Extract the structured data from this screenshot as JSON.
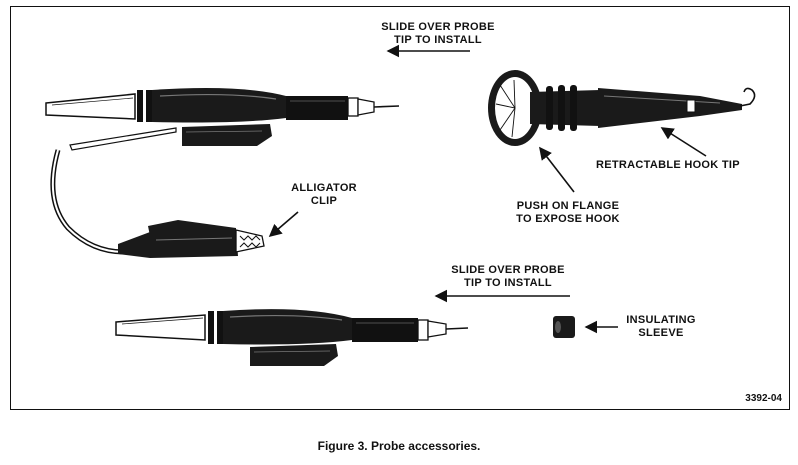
{
  "labels": {
    "slide_over_top_line1": "SLIDE OVER PROBE",
    "slide_over_top_line2": "TIP TO INSTALL",
    "retractable_hook_tip": "RETRACTABLE HOOK TIP",
    "push_on_flange_line1": "PUSH ON FLANGE",
    "push_on_flange_line2": "TO EXPOSE HOOK",
    "alligator_clip_line1": "ALLIGATOR",
    "alligator_clip_line2": "CLIP",
    "slide_over_bottom_line1": "SLIDE OVER PROBE",
    "slide_over_bottom_line2": "TIP TO INSTALL",
    "insulating_sleeve_line1": "INSULATING",
    "insulating_sleeve_line2": "SLEEVE"
  },
  "figure_number": "3392-04",
  "caption": "Figure 3. Probe accessories."
}
